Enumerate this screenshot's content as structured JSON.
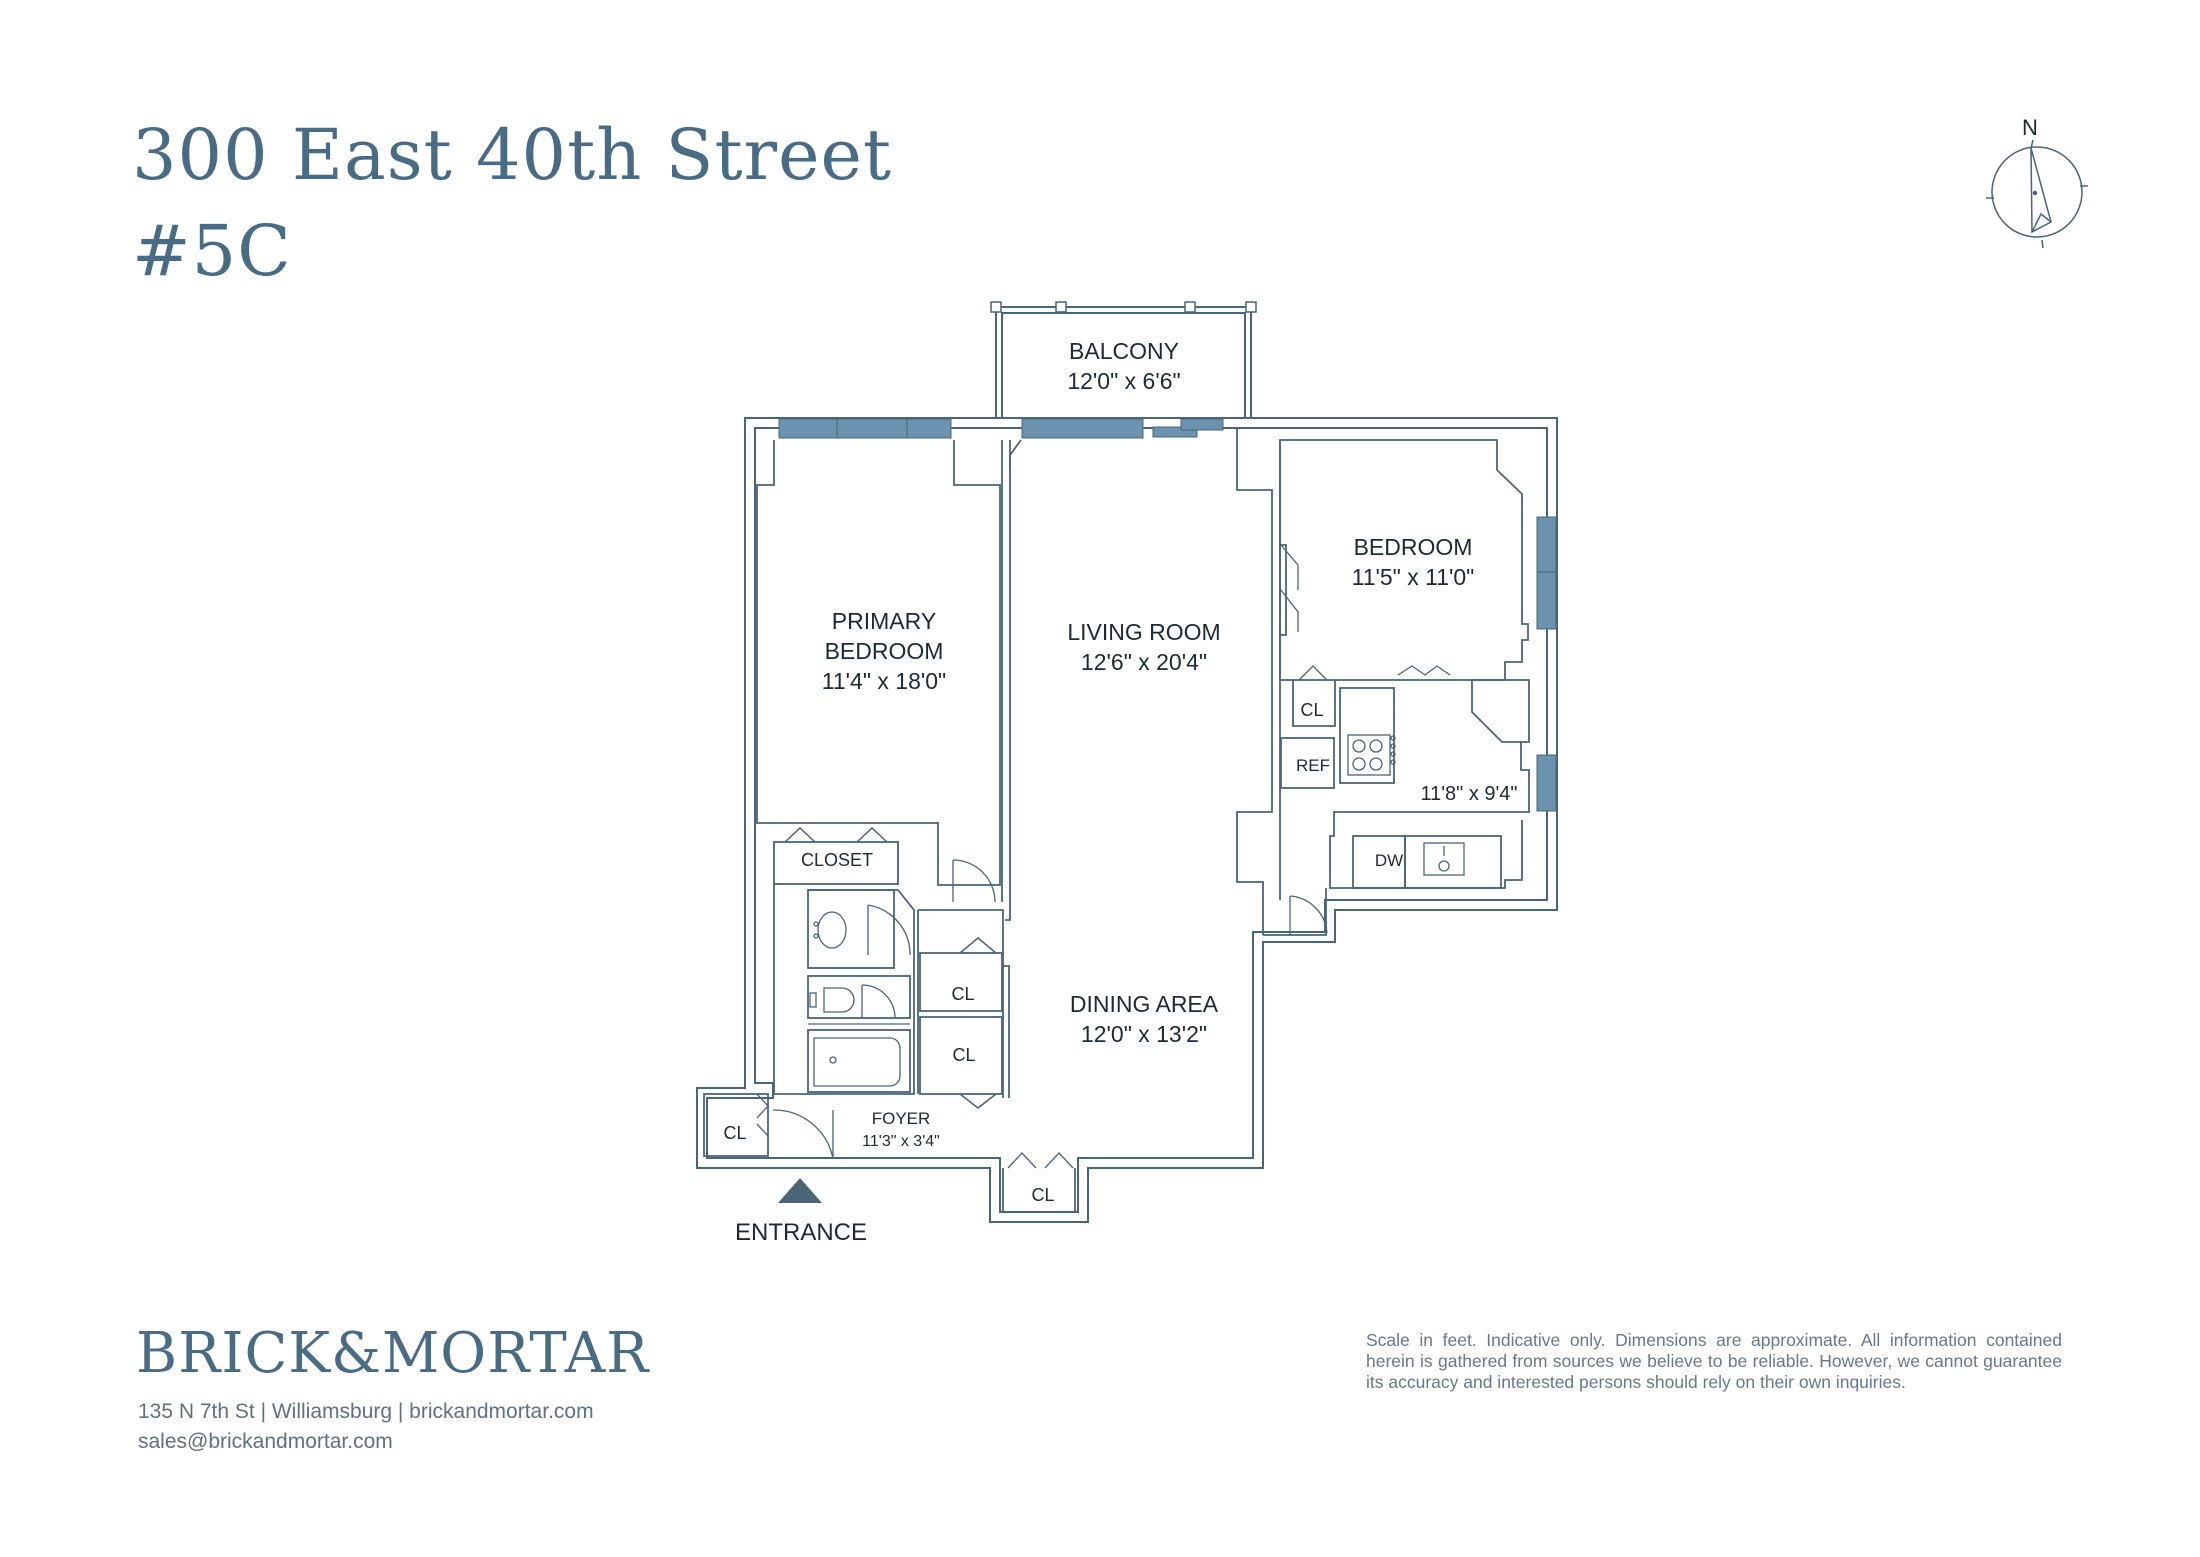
{
  "header": {
    "address": "300 East 40th Street",
    "unit": "#5C"
  },
  "compass": {
    "label": "N",
    "icon": "north-arrow-icon"
  },
  "rooms": {
    "balcony": {
      "name": "BALCONY",
      "size": "12'0\" x 6'6\""
    },
    "primary_bedroom": {
      "name_line1": "PRIMARY",
      "name_line2": "BEDROOM",
      "size": "11'4\" x 18'0\""
    },
    "living_room": {
      "name": "LIVING ROOM",
      "size": "12'6\" x 20'4\""
    },
    "bedroom": {
      "name": "BEDROOM",
      "size": "11'5\" x 11'0\""
    },
    "kitchen": {
      "size": "11'8\" x 9'4\""
    },
    "dining_area": {
      "name": "DINING AREA",
      "size": "12'0\" x 13'2\""
    },
    "foyer": {
      "name": "FOYER",
      "size": "11'3\" x 3'4\""
    }
  },
  "labels": {
    "closet": "CLOSET",
    "cl": "CL",
    "ref": "REF",
    "dw": "DW",
    "entrance": "ENTRANCE"
  },
  "footer": {
    "brand": "BRICK&MORTAR",
    "address_line": "135 N 7th St | Williamsburg | brickandmortar.com",
    "email": "sales@brickandmortar.com",
    "disclaimer": "Scale in feet. Indicative only. Dimensions are approximate. All information contained herein is gathered from sources we believe to be reliable. However, we cannot guarantee its accuracy and interested persons should rely on their own inquiries."
  },
  "colors": {
    "heading": "#4a6b84",
    "wall": "#4a6478",
    "window": "#6b93ae",
    "text": "#1c2a36"
  }
}
